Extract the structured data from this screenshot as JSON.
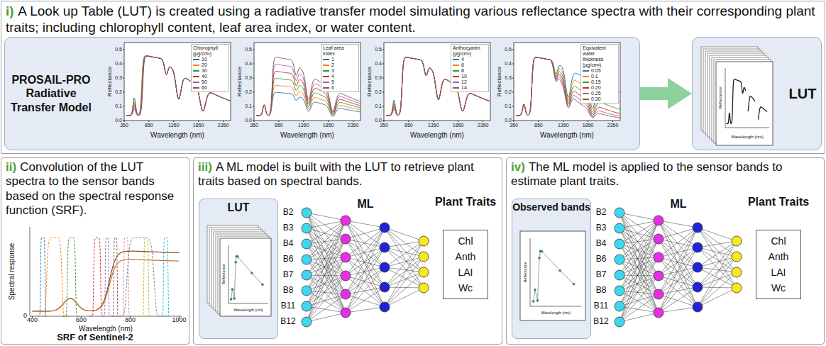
{
  "diagram": {
    "nodes": [
      {
        "text": [
          "i)",
          "A Look up Table (LUT) is created using a radiative transfer model simulating various reflectance spectra with their corresponding plant traits; including chlorophyll content, leaf area index, or water content."
        ]
      },
      {
        "text": [
          "PROSAIL-PRO Radiative Transfer Model"
        ],
        "in": 0
      },
      {
        "text": [
          "LUT"
        ],
        "in": 0
      },
      {
        "text": [
          "ii)",
          "Convolution of the LUT spectra to the sensor bands based on the spectral response function (SRF)."
        ]
      },
      {
        "text": [
          "iii)",
          "A ML model is built with the LUT to retrieve plant traits based on spectral bands."
        ]
      },
      {
        "text": [
          "LUT"
        ],
        "in": 4
      },
      {
        "text": [
          "Plant Traits",
          "Chl",
          "Anth",
          "LAI",
          "Wc"
        ],
        "in": 4
      },
      {
        "text": [
          "iv)",
          "The ML model is applied to the sensor bands to estimate plant traits."
        ]
      },
      {
        "text": [
          "Observed bands"
        ],
        "in": 7
      },
      {
        "text": [
          "Plant Traits",
          "Chl",
          "Anth",
          "LAI",
          "Wc"
        ],
        "in": 7
      }
    ],
    "edges": [
      {
        "from": 1,
        "to": 2,
        "arrow": "to"
      }
    ],
    "labels": [
      "Chlorophyll (μg/cm²)",
      "Reflectance",
      "0.0",
      "0.1",
      "0.2",
      "0.3",
      "0.4",
      "0.5",
      "350",
      "850",
      "1350",
      "1850",
      "2350",
      "Wavelength (nm)",
      "Leaf area index",
      "Reflectance",
      "0.0",
      "0.1",
      "0.2",
      "0.3",
      "0.4",
      "0.5",
      "350",
      "850",
      "1350",
      "1850",
      "2350",
      "Wavelength (nm)",
      "Anthocyanin (μg/cm²)",
      "Reflectance",
      "0.0",
      "0.1",
      "0.2",
      "0.3",
      "0.4",
      "0.5",
      "350",
      "850",
      "1350",
      "1850",
      "2350",
      "Wavelength (nm)",
      "Equivalent water thickness (μg/cm²)",
      "Reflectance",
      "0.0",
      "0.1",
      "0.2",
      "0.3",
      "0.4",
      "0.5",
      "350",
      "850",
      "1350",
      "1850",
      "2350",
      "Wavelength (nm)",
      "Reflectance",
      "Wavelength (nm)",
      "Spectral response",
      "0",
      "400",
      "600",
      "800",
      "1000",
      "Wavelength (nm)",
      "SRF of Sentinel-2",
      "ML",
      "B2",
      "B3",
      "B4",
      "B6",
      "B7",
      "B8",
      "B11",
      "B12",
      "Reflectance",
      "Wavelength (nm)",
      "ML",
      "B2",
      "B3",
      "B4",
      "B6",
      "B7",
      "B8",
      "B11",
      "B12",
      "Reflectance",
      "Wavelength (nm)"
    ],
    "legend": [
      {
        "text": "10",
        "color": "#1f77b4"
      },
      {
        "text": "20",
        "color": "#ff7f0e"
      },
      {
        "text": "30",
        "color": "#2ca02c"
      },
      {
        "text": "40",
        "color": "#d62728"
      },
      {
        "text": "50",
        "color": "#9467bd"
      },
      {
        "text": "60",
        "color": "#8c564b"
      },
      {
        "text": "1",
        "color": "#1f77b4"
      },
      {
        "text": "2",
        "color": "#ff7f0e"
      },
      {
        "text": "3",
        "color": "#2ca02c"
      },
      {
        "text": "4",
        "color": "#d62728"
      },
      {
        "text": "5",
        "color": "#9467bd"
      },
      {
        "text": "6",
        "color": "#8c564b"
      },
      {
        "text": "4",
        "color": "#1f77b4"
      },
      {
        "text": "6",
        "color": "#ff7f0e"
      },
      {
        "text": "8",
        "color": "#2ca02c"
      },
      {
        "text": "10",
        "color": "#d62728"
      },
      {
        "text": "12",
        "color": "#9467bd"
      },
      {
        "text": "14",
        "color": "#8c564b"
      },
      {
        "text": "0.05",
        "color": "#1f77b4"
      },
      {
        "text": "0.1",
        "color": "#ff7f0e"
      },
      {
        "text": "0.15",
        "color": "#2ca02c"
      },
      {
        "text": "0.20",
        "color": "#d62728"
      },
      {
        "text": "0.25",
        "color": "#9467bd"
      },
      {
        "text": "0.30",
        "color": "#8c564b"
      }
    ]
  }
}
